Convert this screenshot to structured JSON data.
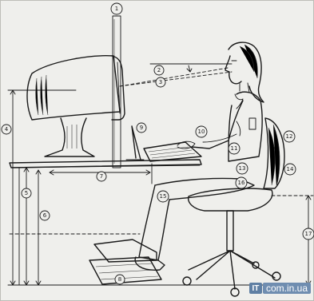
{
  "callouts": [
    {
      "n": "1"
    },
    {
      "n": "2"
    },
    {
      "n": "3"
    },
    {
      "n": "4"
    },
    {
      "n": "5"
    },
    {
      "n": "6"
    },
    {
      "n": "7"
    },
    {
      "n": "8"
    },
    {
      "n": "9"
    },
    {
      "n": "10"
    },
    {
      "n": "11"
    },
    {
      "n": "12"
    },
    {
      "n": "13"
    },
    {
      "n": "14"
    },
    {
      "n": "15"
    },
    {
      "n": "16"
    },
    {
      "n": "17"
    }
  ],
  "watermark": {
    "logo": "IT",
    "text": "com.in.ua"
  },
  "colors": {
    "ink": "#1a1a1a",
    "paper": "#efefec",
    "watermark": "#6f8db0"
  }
}
